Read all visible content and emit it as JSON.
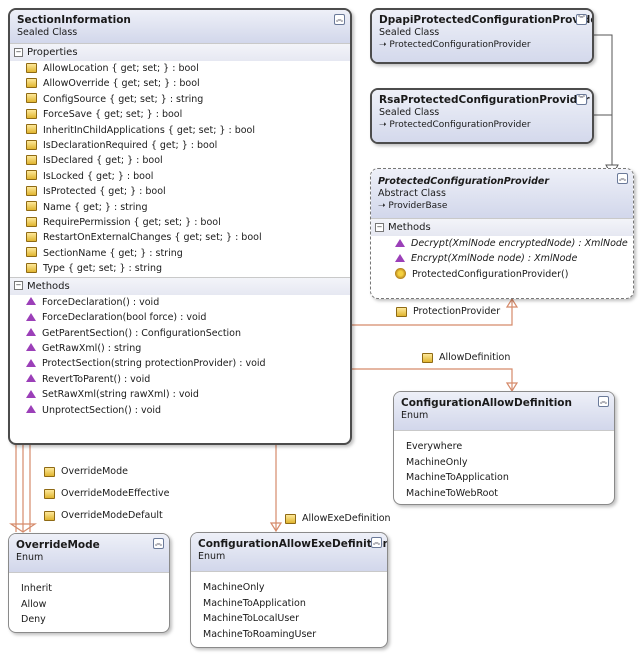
{
  "section_information": {
    "name": "SectionInformation",
    "type": "Sealed Class",
    "properties_header": "Properties",
    "properties": [
      "AllowLocation { get; set; } : bool",
      "AllowOverride { get; set; } : bool",
      "ConfigSource { get; set; } : string",
      "ForceSave { get; set; } : bool",
      "InheritInChildApplications { get; set; } : bool",
      "IsDeclarationRequired { get; } : bool",
      "IsDeclared { get; } : bool",
      "IsLocked { get; } : bool",
      "IsProtected { get; } : bool",
      "Name { get; } : string",
      "RequirePermission { get; set; } : bool",
      "RestartOnExternalChanges { get; set; } : bool",
      "SectionName { get; } : string",
      "Type { get; set; } : string"
    ],
    "methods_header": "Methods",
    "methods": [
      "ForceDeclaration() : void",
      "ForceDeclaration(bool force) : void",
      "GetParentSection() : ConfigurationSection",
      "GetRawXml() : string",
      "ProtectSection(string protectionProvider) : void",
      "RevertToParent() : void",
      "SetRawXml(string rawXml) : void",
      "UnprotectSection() : void"
    ]
  },
  "dpapi": {
    "name": "DpapiProtectedConfigurationProvider",
    "type": "Sealed Class",
    "base": "ProtectedConfigurationProvider"
  },
  "rsa": {
    "name": "RsaProtectedConfigurationProvider",
    "type": "Sealed Class",
    "base": "ProtectedConfigurationProvider"
  },
  "protected_provider": {
    "name": "ProtectedConfigurationProvider",
    "type": "Abstract Class",
    "base": "ProviderBase",
    "methods_header": "Methods",
    "methods": [
      "Decrypt(XmlNode encryptedNode) : XmlNode",
      "Encrypt(XmlNode node) : XmlNode",
      "ProtectedConfigurationProvider()"
    ]
  },
  "allow_definition": {
    "name": "ConfigurationAllowDefinition",
    "type": "Enum",
    "values": [
      "Everywhere",
      "MachineOnly",
      "MachineToApplication",
      "MachineToWebRoot"
    ]
  },
  "override_mode": {
    "name": "OverrideMode",
    "type": "Enum",
    "values": [
      "Inherit",
      "Allow",
      "Deny"
    ]
  },
  "allow_exe_definition": {
    "name": "ConfigurationAllowExeDefinition",
    "type": "Enum",
    "values": [
      "MachineOnly",
      "MachineToApplication",
      "MachineToLocalUser",
      "MachineToRoamingUser"
    ]
  },
  "associations": {
    "protection_provider": "ProtectionProvider",
    "allow_definition": "AllowDefinition",
    "allow_exe_definition": "AllowExeDefinition",
    "override_mode": "OverrideMode",
    "override_mode_effective": "OverrideModeEffective",
    "override_mode_default": "OverrideModeDefault"
  },
  "toggle_glyph": "︽",
  "collapse_glyph": "−",
  "inherit_glyph": "➝",
  "colors": {
    "association": "#d58a6a",
    "inheritance": "#555555",
    "header": "#dde1f0"
  }
}
